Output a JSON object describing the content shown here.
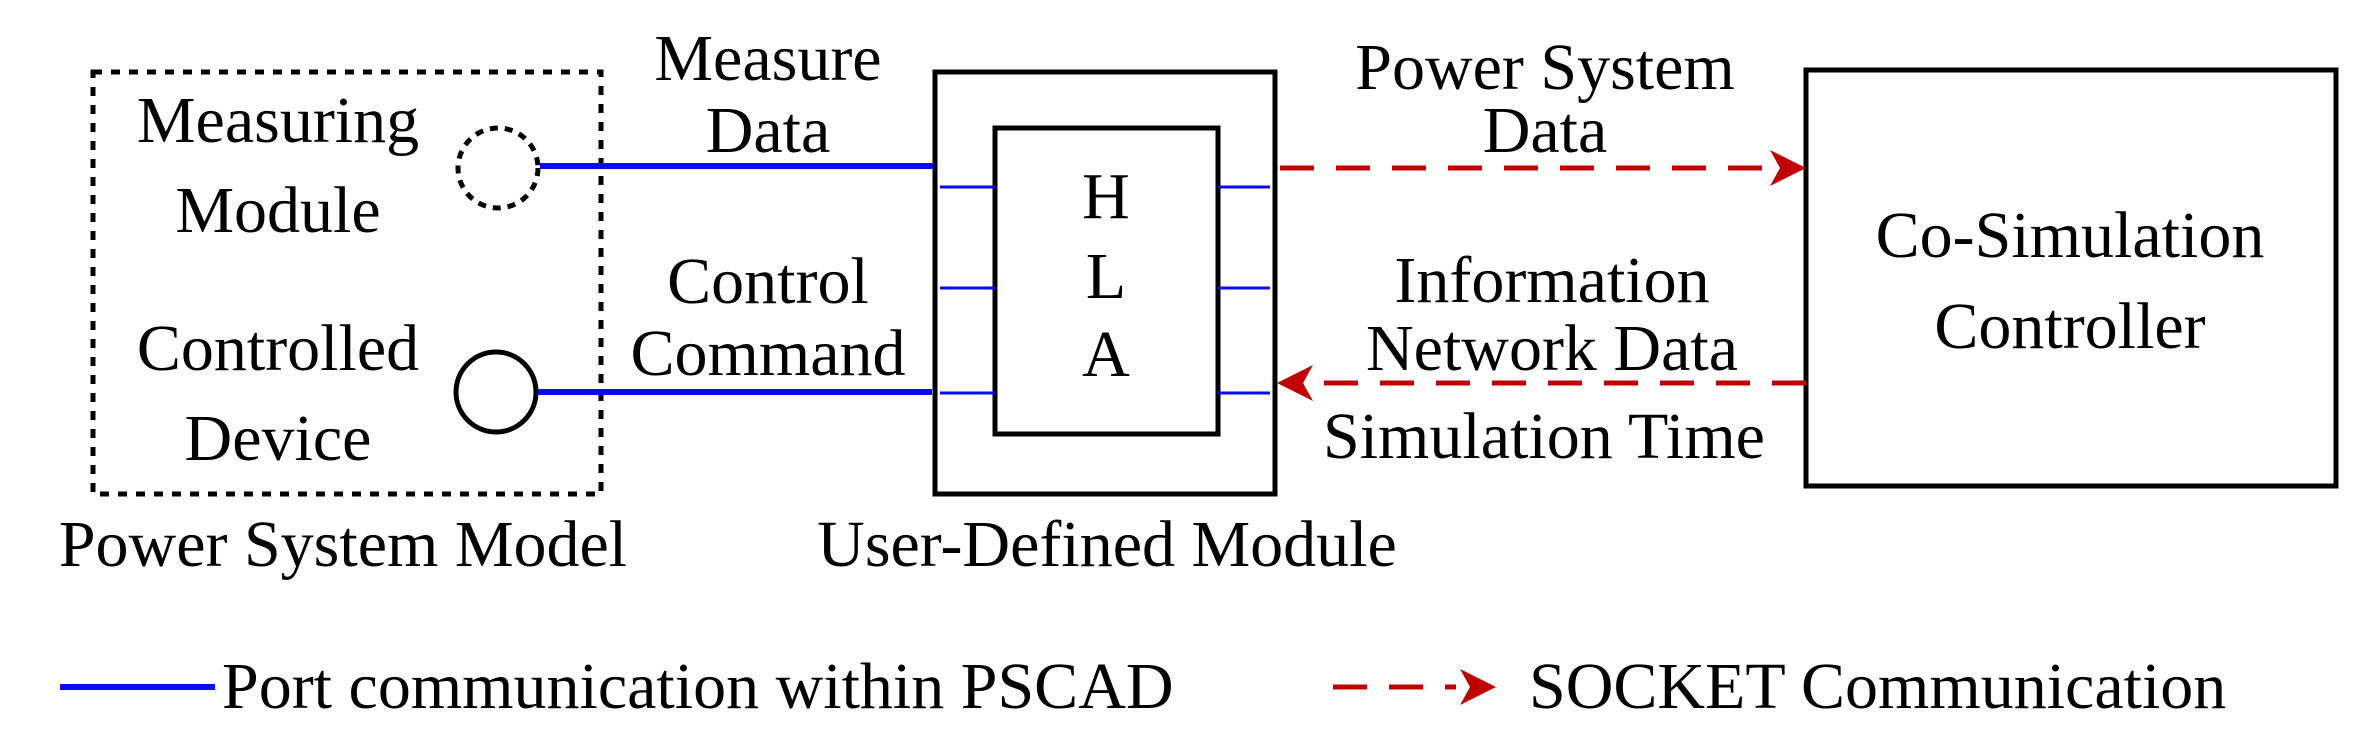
{
  "colors": {
    "port_blue": "#0a0aee",
    "socket_red": "#c00000",
    "ink": "#000000",
    "background": "#ffffff"
  },
  "power_system_model": {
    "title": "Power System Model",
    "measuring_module": [
      "Measuring",
      "Module"
    ],
    "controlled_device": [
      "Controlled",
      "Device"
    ]
  },
  "user_defined_module": {
    "title": "User-Defined Module",
    "hla_letters": [
      "H",
      "L",
      "A"
    ]
  },
  "co_simulation_controller": {
    "label": [
      "Co-Simulation",
      "Controller"
    ]
  },
  "arrows": {
    "measure_data": [
      "Measure",
      "Data"
    ],
    "control_command": [
      "Control",
      "Command"
    ],
    "power_system_data": [
      "Power System",
      "Data"
    ],
    "information_network_data": [
      "Information",
      "Network Data"
    ],
    "simulation_time": "Simulation Time"
  },
  "legend": {
    "port": "Port communication within PSCAD",
    "socket": "SOCKET Communication"
  }
}
